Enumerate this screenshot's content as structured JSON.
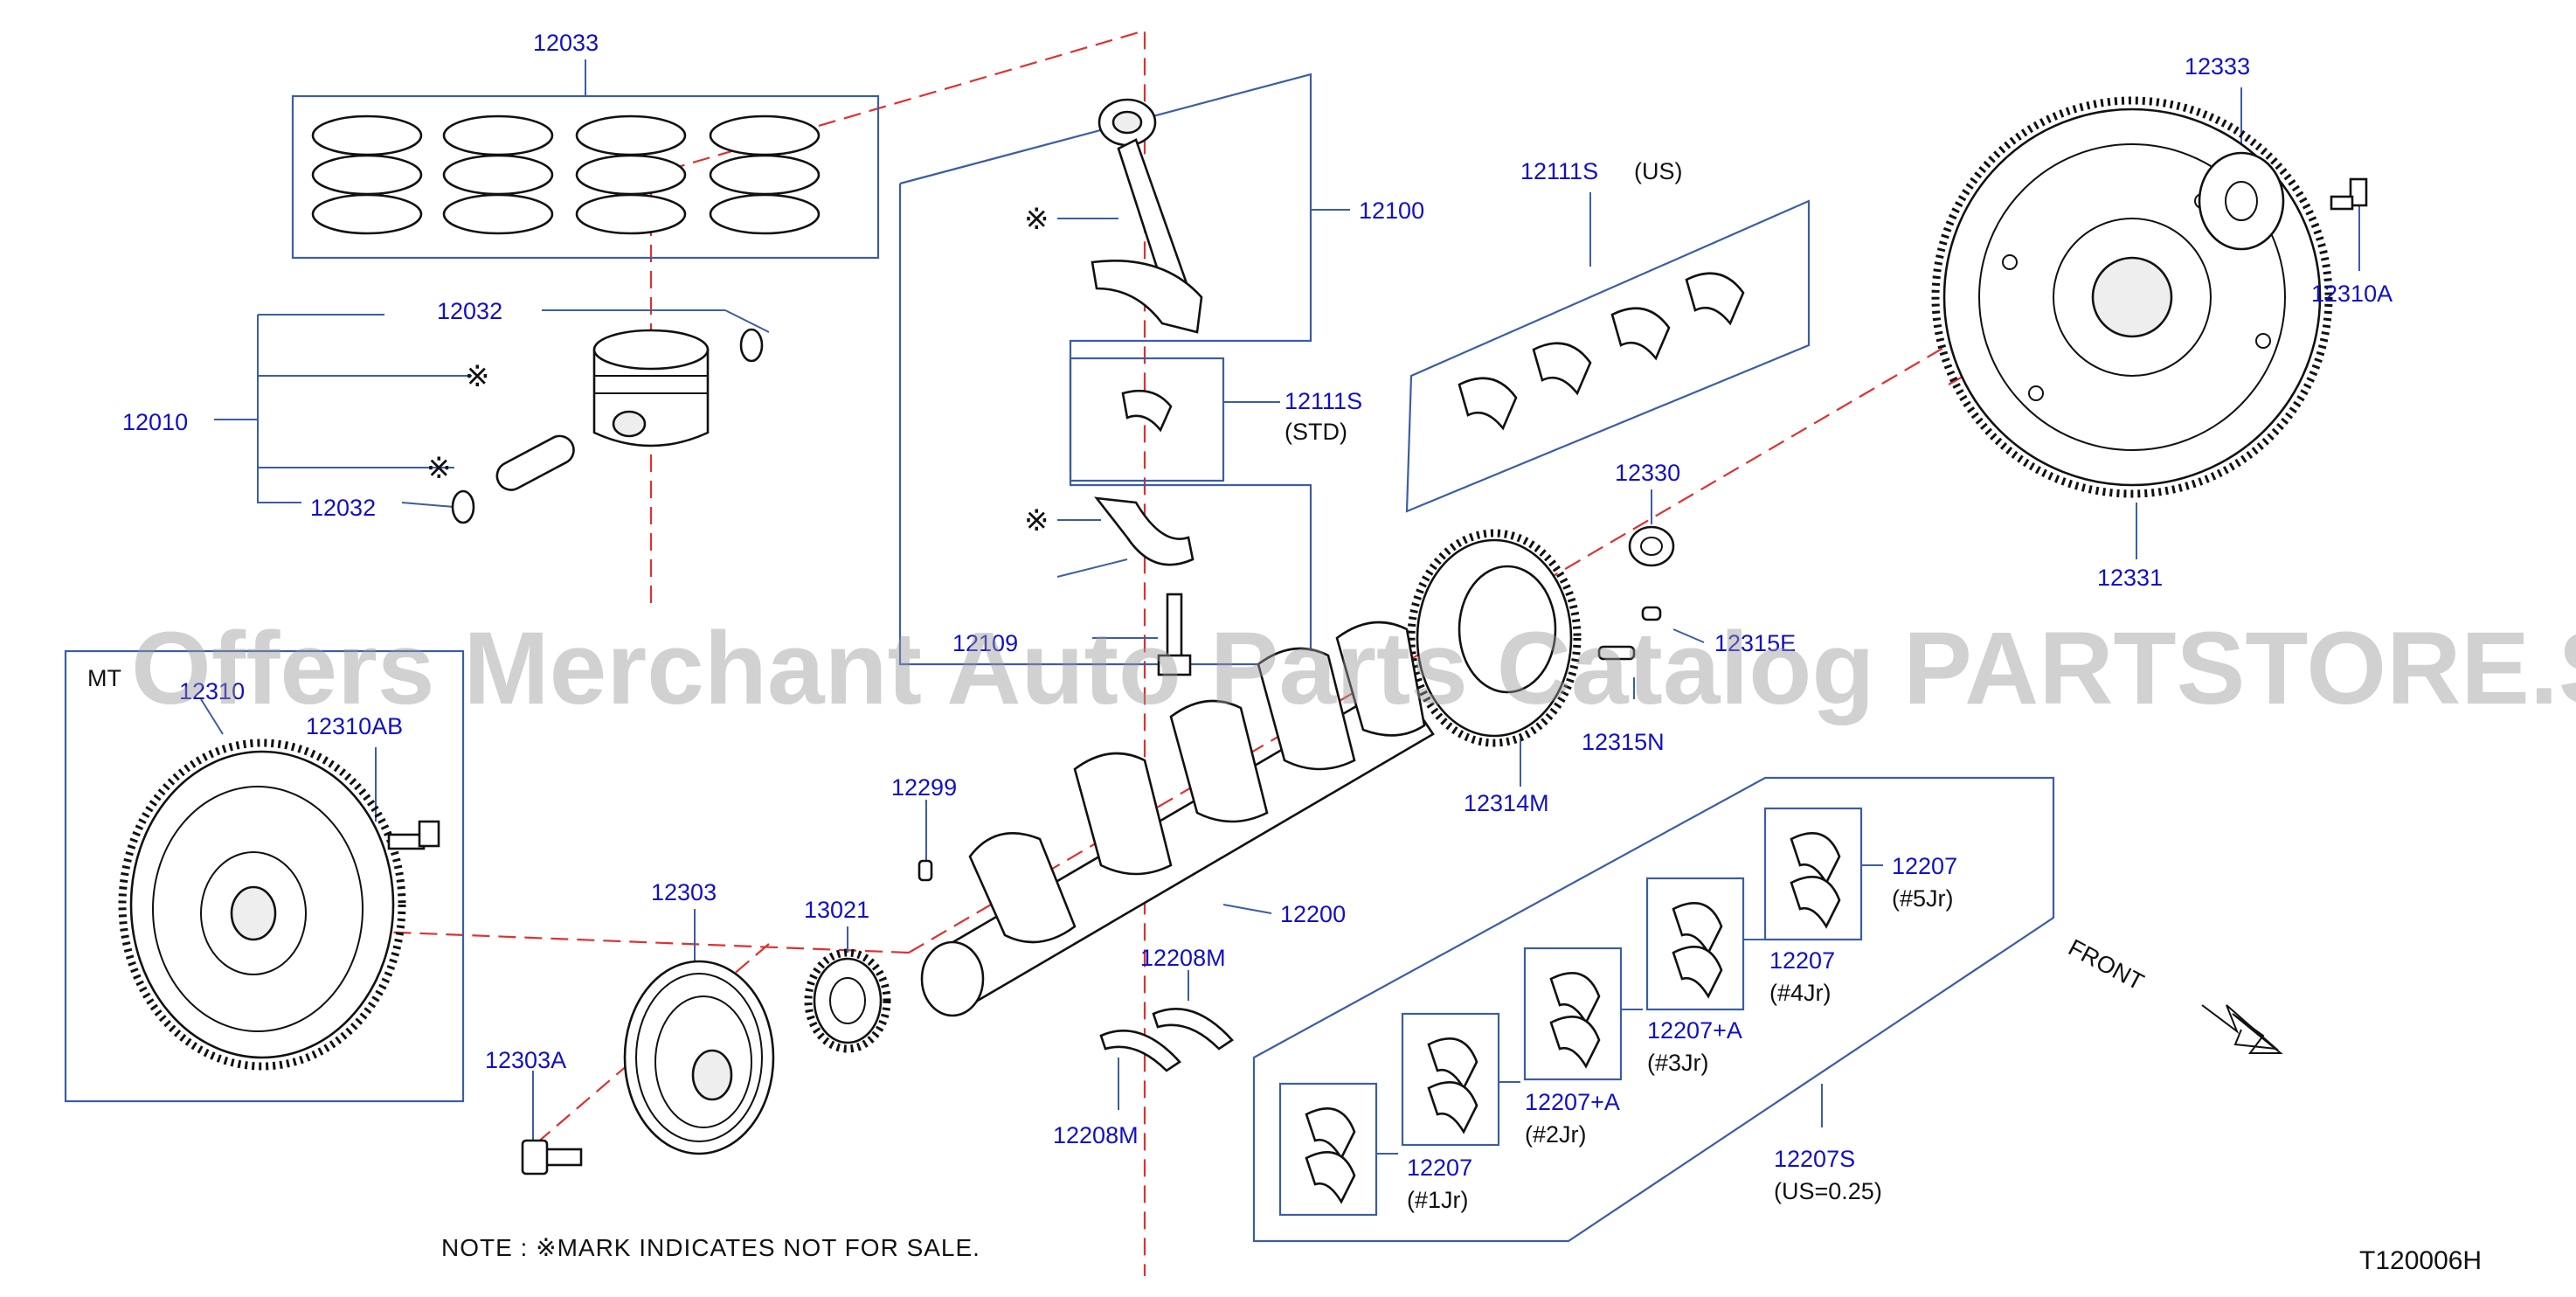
{
  "title_code": "T120006H",
  "watermark": "Offers Merchant Auto Parts Catalog PARTSTORE.SA",
  "note": "NOTE : ※MARK   INDICATES   NOT   FOR   SALE.",
  "front_label": "FRONT",
  "not_for_sale_mark": "※",
  "mt_label": "MT",
  "labels": {
    "p12033": "12033",
    "p12032_top": "12032",
    "p12010": "12010",
    "p12032_bottom": "12032",
    "p12100": "12100",
    "p12111S_std": "12111S",
    "std": "(STD)",
    "p12109": "12109",
    "p12111S_us": "12111S",
    "us": "(US)",
    "p12333": "12333",
    "p12310A": "12310A",
    "p12330": "12330",
    "p12331": "12331",
    "p12315E": "12315E",
    "p12315N": "12315N",
    "p12314M": "12314M",
    "p12310": "12310",
    "p12310AB": "12310AB",
    "p12299": "12299",
    "p12303": "12303",
    "p13021": "13021",
    "p12200": "12200",
    "p12208M_top": "12208M",
    "p12208M_bottom": "12208M",
    "p12303A": "12303A",
    "p12207_5": "12207",
    "jr5": "(#5Jr)",
    "p12207_4": "12207",
    "jr4": "(#4Jr)",
    "p12207A_3": "12207+A",
    "jr3": "(#3Jr)",
    "p12207A_2": "12207+A",
    "jr2": "(#2Jr)",
    "p12207_1": "12207",
    "jr1": "(#1Jr)",
    "p12207S": "12207S",
    "us025": "(US=0.25)"
  },
  "colors": {
    "label_blue": "#1010c8",
    "box_blue": "#3b5da8",
    "centerline_red": "#e03030",
    "line_black": "#111111"
  }
}
